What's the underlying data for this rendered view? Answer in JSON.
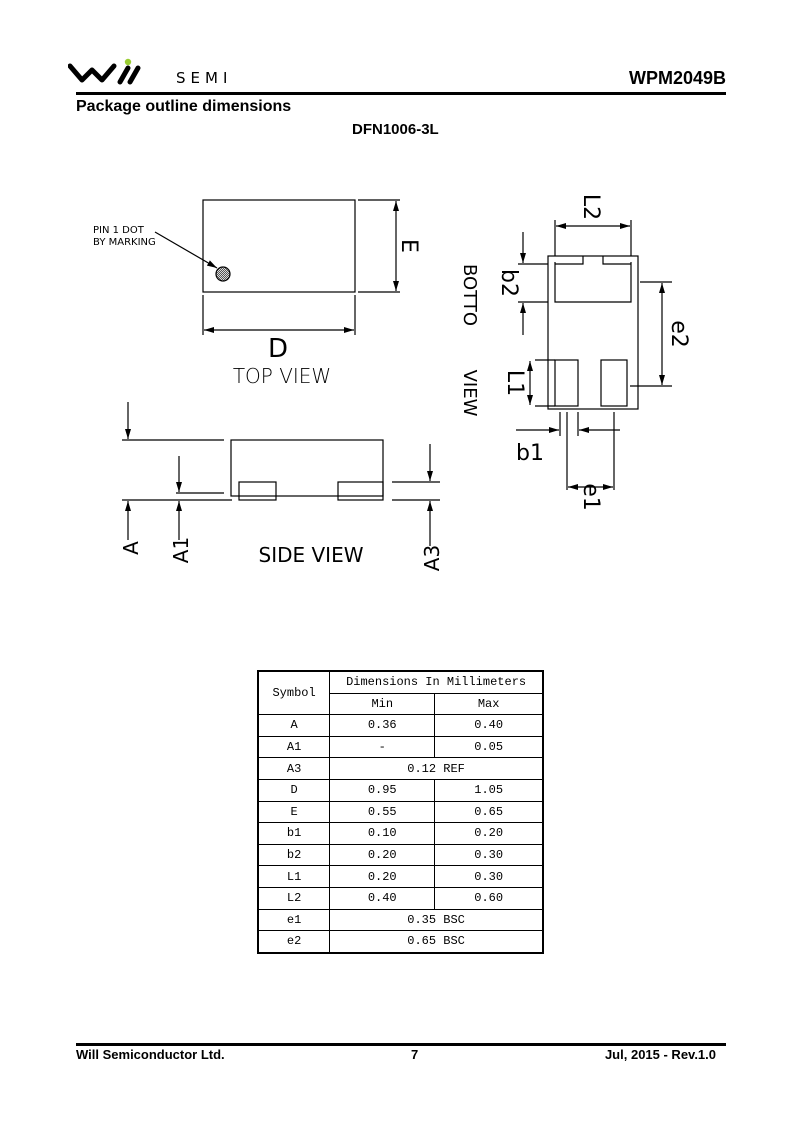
{
  "header": {
    "logo_text": "SEMI",
    "logo_brand": "Will SEMI",
    "part_number": "WPM2049B",
    "section_title": "Package outline dimensions",
    "package_name": "DFN1006-3L"
  },
  "drawing": {
    "pin1_line1": "PIN 1 DOT",
    "pin1_line2": "BY MARKING",
    "top_view": "TOP VIEW",
    "side_view": "SIDE VIEW",
    "bottom_view_1": "BOTTO",
    "bottom_view_2": "VIEW",
    "labels": {
      "D": "D",
      "E": "E",
      "A": "A",
      "A1": "A1",
      "A3": "A3",
      "L1": "L1",
      "L2": "L2",
      "b1": "b1",
      "b2": "b2",
      "e1": "e1",
      "e2": "e2"
    }
  },
  "table": {
    "symbol_header": "Symbol",
    "group_header": "Dimensions In Millimeters",
    "min_header": "Min",
    "max_header": "Max",
    "rows": [
      {
        "symbol": "A",
        "min": "0.36",
        "max": "0.40"
      },
      {
        "symbol": "A1",
        "min": "-",
        "max": "0.05"
      },
      {
        "symbol": "A3",
        "span": "0.12 REF"
      },
      {
        "symbol": "D",
        "min": "0.95",
        "max": "1.05"
      },
      {
        "symbol": "E",
        "min": "0.55",
        "max": "0.65"
      },
      {
        "symbol": "b1",
        "min": "0.10",
        "max": "0.20"
      },
      {
        "symbol": "b2",
        "min": "0.20",
        "max": "0.30"
      },
      {
        "symbol": "L1",
        "min": "0.20",
        "max": "0.30"
      },
      {
        "symbol": "L2",
        "min": "0.40",
        "max": "0.60"
      },
      {
        "symbol": "e1",
        "span": "0.35 BSC"
      },
      {
        "symbol": "e2",
        "span": "0.65 BSC"
      }
    ]
  },
  "footer": {
    "company": "Will Semiconductor Ltd.",
    "page": "7",
    "revision": "Jul, 2015 - Rev.1.0"
  },
  "colors": {
    "logo_dot": "#9acd32"
  }
}
